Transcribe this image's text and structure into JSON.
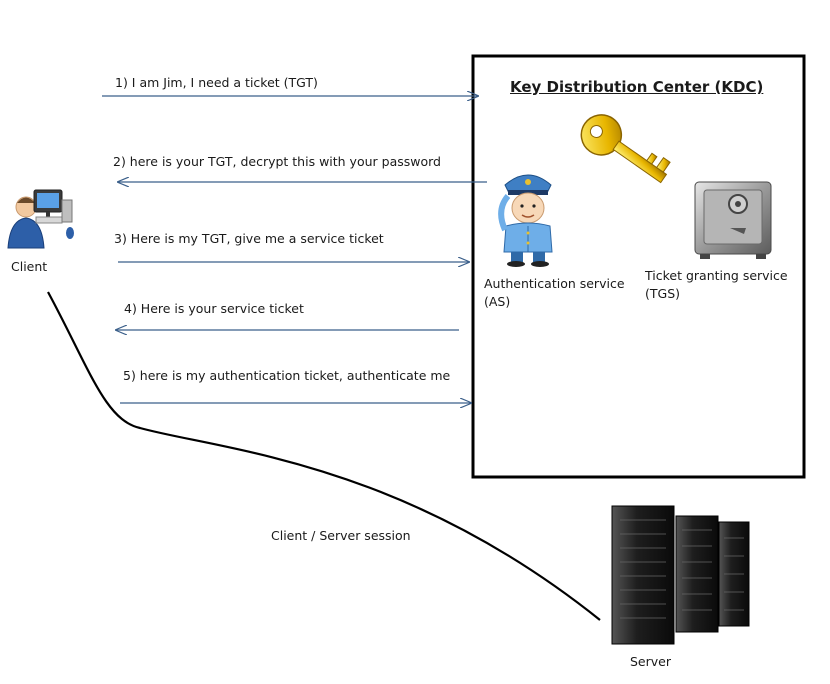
{
  "kdc": {
    "title": "Key Distribution Center (KDC)",
    "as_label_line1": "Authentication service",
    "as_label_line2": "(AS)",
    "tgs_label_line1": "Ticket granting service",
    "tgs_label_line2": "(TGS)"
  },
  "client": {
    "label": "Client"
  },
  "server": {
    "label": "Server"
  },
  "session": {
    "label": "Client / Server session"
  },
  "messages": [
    {
      "text": "1) I am Jim, I need a ticket (TGT)"
    },
    {
      "text": "2) here is your TGT, decrypt this with your password"
    },
    {
      "text": "3) Here is my TGT, give me a service ticket"
    },
    {
      "text": "4) Here is your service ticket"
    },
    {
      "text": "5) here is my authentication ticket, authenticate me"
    }
  ],
  "icons": {
    "client": "computer-user-icon",
    "as": "security-guard-icon",
    "key": "key-icon",
    "tgs": "safe-icon",
    "server": "server-rack-icon"
  },
  "colors": {
    "arrow": "#3b5f8a",
    "box": "#000000"
  }
}
